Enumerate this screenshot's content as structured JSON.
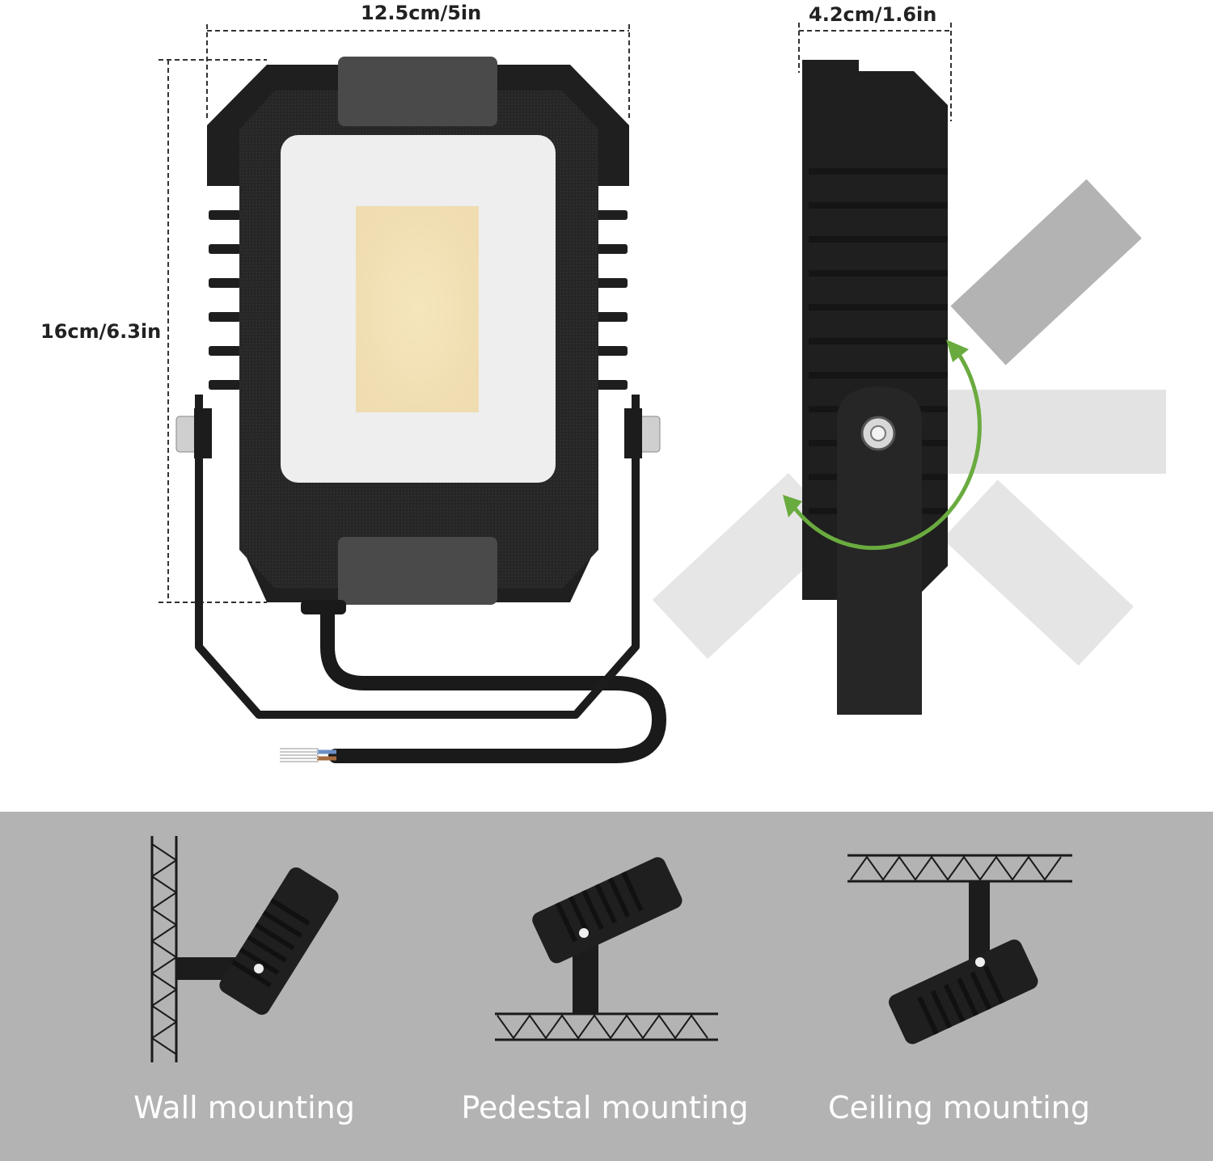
{
  "dimensions": {
    "width": "12.5cm/5in",
    "height": "16cm/6.3in",
    "depth": "4.2cm/1.6in"
  },
  "mounting": [
    {
      "label": "Wall mounting",
      "icon": "wall-mount-icon"
    },
    {
      "label": "Pedestal mounting",
      "icon": "pedestal-mount-icon"
    },
    {
      "label": "Ceiling mounting",
      "icon": "ceiling-mount-icon"
    }
  ],
  "colors": {
    "housing": "#2a2a2a",
    "lens": "#efefef",
    "led_chip": "#f3e3b8",
    "rotation_arrow": "#6aab3f",
    "band": "#b3b3b3",
    "caption_text": "#ffffff"
  }
}
